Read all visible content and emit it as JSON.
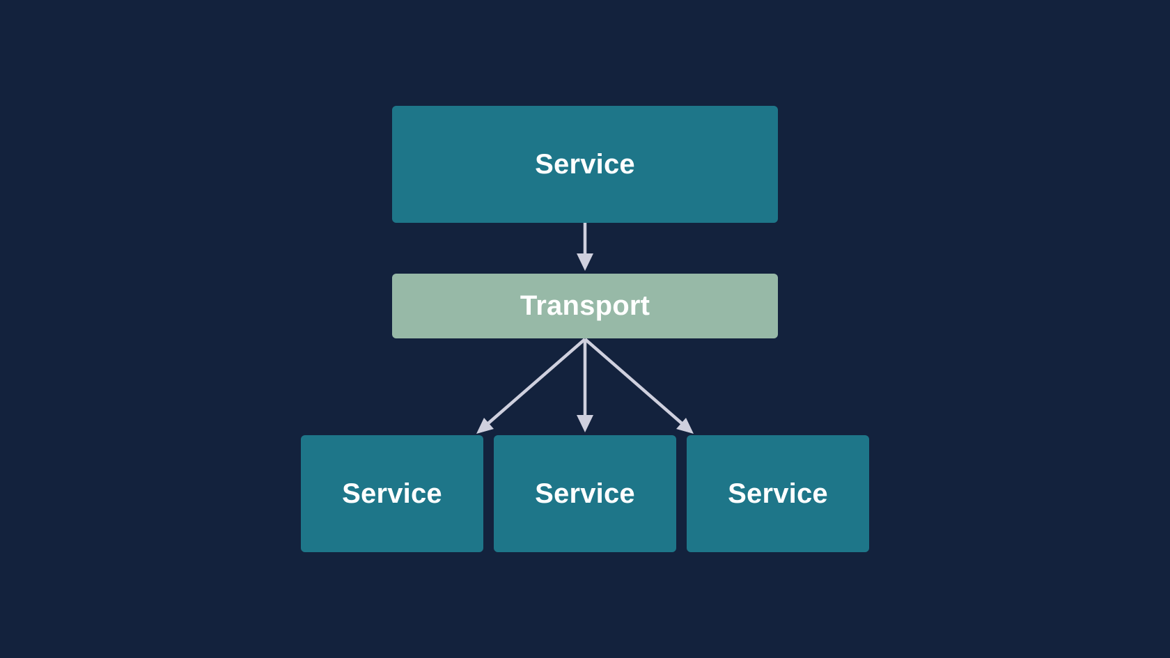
{
  "diagram": {
    "nodes": {
      "top_service": {
        "label": "Service"
      },
      "transport": {
        "label": "Transport"
      },
      "bottom_services": [
        {
          "label": "Service"
        },
        {
          "label": "Service"
        },
        {
          "label": "Service"
        }
      ]
    },
    "edges": [
      {
        "from": "top_service",
        "to": "transport"
      },
      {
        "from": "transport",
        "to": "bottom_services.0"
      },
      {
        "from": "transport",
        "to": "bottom_services.1"
      },
      {
        "from": "transport",
        "to": "bottom_services.2"
      }
    ],
    "colors": {
      "background": "#13223d",
      "service": "#1e7689",
      "transport": "#97b9a7",
      "arrow": "#cfd0de",
      "text": "#ffffff"
    }
  }
}
